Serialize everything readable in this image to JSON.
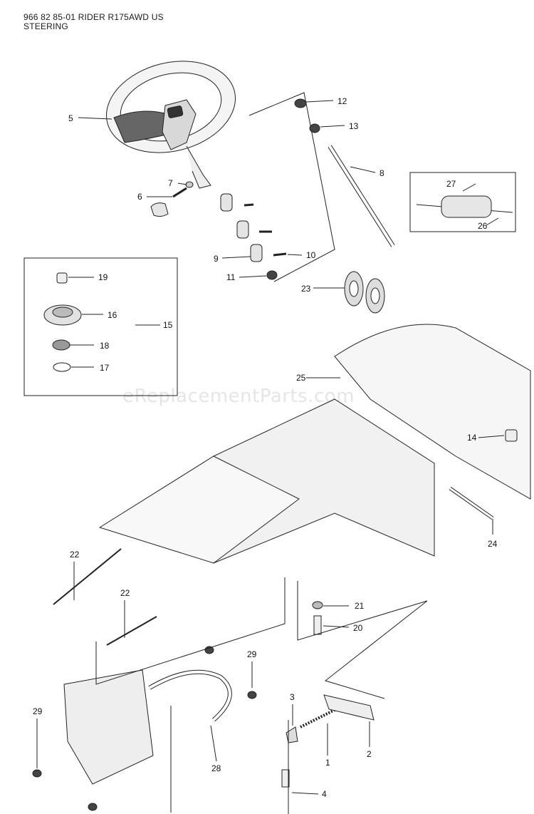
{
  "header": {
    "model_line": "966 82 85-01 RIDER R175AWD US",
    "section": "STEERING"
  },
  "watermark": "eReplacementParts.com",
  "callouts": [
    {
      "id": "c1",
      "label": "1"
    },
    {
      "id": "c2",
      "label": "2"
    },
    {
      "id": "c3",
      "label": "3"
    },
    {
      "id": "c4",
      "label": "4"
    },
    {
      "id": "c5",
      "label": "5"
    },
    {
      "id": "c6",
      "label": "6"
    },
    {
      "id": "c7",
      "label": "7"
    },
    {
      "id": "c8",
      "label": "8"
    },
    {
      "id": "c9",
      "label": "9"
    },
    {
      "id": "c10",
      "label": "10"
    },
    {
      "id": "c11",
      "label": "11"
    },
    {
      "id": "c12",
      "label": "12"
    },
    {
      "id": "c13",
      "label": "13"
    },
    {
      "id": "c14",
      "label": "14"
    },
    {
      "id": "c15",
      "label": "15"
    },
    {
      "id": "c16",
      "label": "16"
    },
    {
      "id": "c17",
      "label": "17"
    },
    {
      "id": "c18",
      "label": "18"
    },
    {
      "id": "c19",
      "label": "19"
    },
    {
      "id": "c20",
      "label": "20"
    },
    {
      "id": "c21",
      "label": "21"
    },
    {
      "id": "c22a",
      "label": "22"
    },
    {
      "id": "c22b",
      "label": "22"
    },
    {
      "id": "c23",
      "label": "23"
    },
    {
      "id": "c24",
      "label": "24"
    },
    {
      "id": "c25",
      "label": "25"
    },
    {
      "id": "c26",
      "label": "26"
    },
    {
      "id": "c27",
      "label": "27"
    },
    {
      "id": "c28",
      "label": "28"
    },
    {
      "id": "c29a",
      "label": "29"
    },
    {
      "id": "c29b",
      "label": "29"
    }
  ],
  "colors": {
    "line": "#222222",
    "part_fill": "#f2f2f2",
    "part_shade": "#c8c8c8"
  }
}
